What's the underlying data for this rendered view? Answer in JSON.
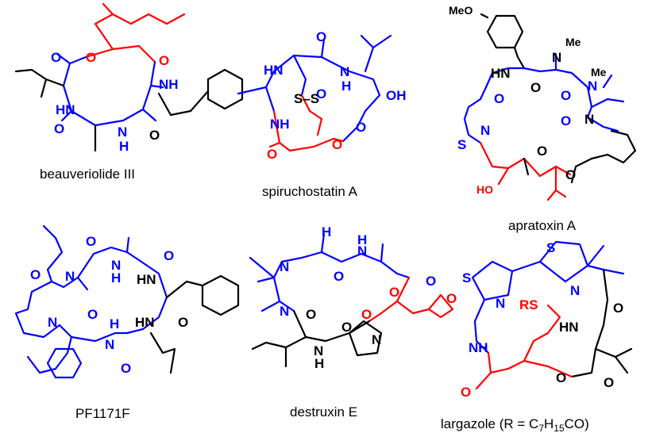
{
  "figure": {
    "compounds": [
      {
        "id": "beauveriolide",
        "name": "beauveriolide III"
      },
      {
        "id": "spiruchostatin",
        "name": "spiruchostatin A"
      },
      {
        "id": "apratoxin",
        "name": "apratoxin A"
      },
      {
        "id": "pf1171f",
        "name": "PF1171F"
      },
      {
        "id": "destruxin",
        "name": "destruxin E"
      },
      {
        "id": "largazole",
        "name_prefix": "largazole (R = C",
        "sub1": "7",
        "mid": "H",
        "sub2": "15",
        "name_suffix": "CO)"
      }
    ],
    "atom_labels": {
      "O": "O",
      "NH": "NH",
      "HN": "HN",
      "N": "N",
      "S": "S",
      "H": "H",
      "OH": "OH",
      "HO": "HO",
      "Me": "Me",
      "MeO": "MeO",
      "RS": "RS",
      "SS": "S–S"
    }
  }
}
